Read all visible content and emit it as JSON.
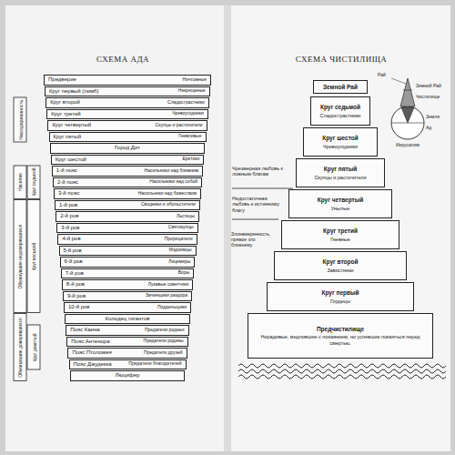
{
  "diagram": {
    "nodes": [
      {
        "text": [
          "Предверие",
          "Ничтожные"
        ]
      },
      {
        "text": [
          "Круг первый (лимб)",
          "Некрещеные"
        ]
      },
      {
        "text": [
          "Круг второй",
          "Сладострастники"
        ]
      },
      {
        "text": [
          "Круг третий",
          "Чревоугодники"
        ]
      },
      {
        "text": [
          "Круг четвертый",
          "Скупцы и расточители"
        ]
      },
      {
        "text": [
          "Круг пятый",
          "Гневливые"
        ]
      },
      {
        "text": [
          "Город Дит"
        ]
      },
      {
        "text": [
          "Круг шестой",
          "Еретики"
        ]
      },
      {
        "text": [
          "1-й пояс",
          "Насильники над ближним"
        ]
      },
      {
        "text": [
          "2-й пояс",
          "Насильники над собой"
        ]
      },
      {
        "text": [
          "3-й пояс",
          "Насильники над божеством"
        ]
      },
      {
        "text": [
          "1-й ров",
          "Сводники и обольстители"
        ]
      },
      {
        "text": [
          "2-й ров",
          "Льстецы"
        ]
      },
      {
        "text": [
          "3-й ров",
          "Святокупцы"
        ]
      },
      {
        "text": [
          "4-й ров",
          "Прорицатели"
        ]
      },
      {
        "text": [
          "5-й ров",
          "Мздоимцы"
        ]
      },
      {
        "text": [
          "6-й ров",
          "Лицемеры"
        ]
      },
      {
        "text": [
          "7-й ров",
          "Воры"
        ]
      },
      {
        "text": [
          "8-й ров",
          "Лукавые советчики"
        ]
      },
      {
        "text": [
          "9-й ров",
          "Зачинщики раздора"
        ]
      },
      {
        "text": [
          "10-й ров",
          "Поддельщики"
        ]
      },
      {
        "text": [
          "Колодец гигантов"
        ]
      },
      {
        "text": [
          "Пояс Каина",
          "Предатели родных"
        ]
      },
      {
        "text": [
          "Пояс Антенора",
          "Предатели родины"
        ]
      },
      {
        "text": [
          "Пояс Птоломея",
          "Предатели друзей"
        ]
      },
      {
        "text": [
          "Пояс Джудекка",
          "Предатели благодетелей"
        ]
      },
      {
        "text": [
          "Люцифер"
        ]
      },
      {
        "text": [
          "Земной Рай"
        ]
      },
      {
        "text": [
          "Круг седьмой",
          "Сладострастники"
        ]
      },
      {
        "text": [
          "Круг шестой",
          "Чревоугодники"
        ]
      },
      {
        "text": [
          "Круг пятый",
          "Скупцы и расточители"
        ]
      },
      {
        "text": [
          "Круг четвертый",
          "Унылые"
        ]
      },
      {
        "text": [
          "Круг третий",
          "Гневные"
        ]
      },
      {
        "text": [
          "Круг второй",
          "Завистники"
        ]
      },
      {
        "text": [
          "Круг первый",
          "Гордецы"
        ]
      },
      {
        "text": [
          "Предчистилище",
          "Нерадивые, медлившие с покаянием, но успевшие покаяться перед смертью."
        ]
      }
    ],
    "labels": [
      "СХЕМА АДА",
      "Невоздержанность",
      "Круг седьмой",
      "Насилие",
      "Круг восьмой",
      "Обманувшие недоверившихся",
      "Круг девятый",
      "Обманувшие доверившихся",
      "СХЕМА ЧИСТИЛИЩА",
      "Чрезмерная любовь к ложным благам",
      "Недостаточная любовь к истинному благу",
      "Злонамеренность, прямое зло ближнему",
      "Рай",
      "Земной Рай",
      "Чистилище",
      "Земля",
      "Ад",
      "Иерусалим"
    ]
  }
}
